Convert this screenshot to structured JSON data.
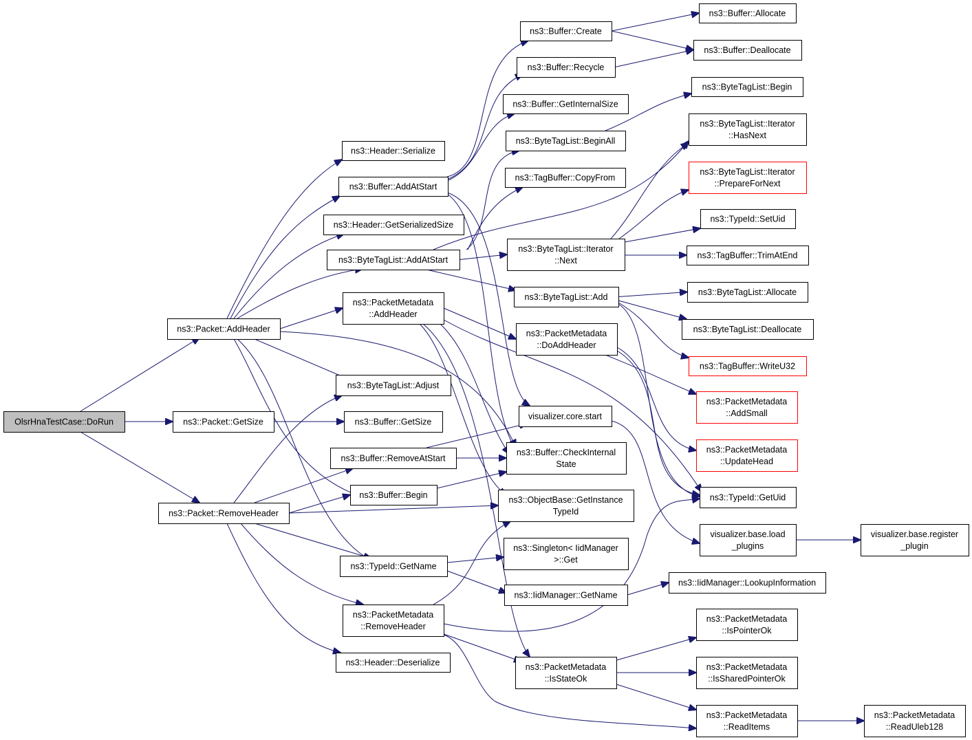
{
  "colors": {
    "edge": "#191970",
    "root_fill": "#bfbfbf",
    "node_border": "#000000",
    "incomplete_border": "#ff0000"
  },
  "nodes": {
    "root": {
      "lines": [
        "OlsrHnaTestCase::DoRun"
      ]
    },
    "packet_addheader": {
      "lines": [
        "ns3::Packet::AddHeader"
      ]
    },
    "packet_getsize": {
      "lines": [
        "ns3::Packet::GetSize"
      ]
    },
    "packet_removeheader": {
      "lines": [
        "ns3::Packet::RemoveHeader"
      ]
    },
    "header_serialize": {
      "lines": [
        "ns3::Header::Serialize"
      ]
    },
    "buffer_addatstart": {
      "lines": [
        "ns3::Buffer::AddAtStart"
      ]
    },
    "header_getserializedsize": {
      "lines": [
        "ns3::Header::GetSerializedSize"
      ]
    },
    "bytetaglist_addatstart": {
      "lines": [
        "ns3::ByteTagList::AddAtStart"
      ]
    },
    "pm_addheader": {
      "lines": [
        "ns3::PacketMetadata",
        "::AddHeader"
      ]
    },
    "bytetaglist_adjust": {
      "lines": [
        "ns3::ByteTagList::Adjust"
      ]
    },
    "buffer_getsize": {
      "lines": [
        "ns3::Buffer::GetSize"
      ]
    },
    "buffer_removeatstart": {
      "lines": [
        "ns3::Buffer::RemoveAtStart"
      ]
    },
    "buffer_begin": {
      "lines": [
        "ns3::Buffer::Begin"
      ]
    },
    "typeid_getname": {
      "lines": [
        "ns3::TypeId::GetName"
      ]
    },
    "pm_removeheader": {
      "lines": [
        "ns3::PacketMetadata",
        "::RemoveHeader"
      ]
    },
    "header_deserialize": {
      "lines": [
        "ns3::Header::Deserialize"
      ]
    },
    "buffer_create": {
      "lines": [
        "ns3::Buffer::Create"
      ]
    },
    "buffer_recycle": {
      "lines": [
        "ns3::Buffer::Recycle"
      ]
    },
    "buffer_getinternalsize": {
      "lines": [
        "ns3::Buffer::GetInternalSize"
      ]
    },
    "bytetaglist_beginall": {
      "lines": [
        "ns3::ByteTagList::BeginAll"
      ]
    },
    "tagbuffer_copyfrom": {
      "lines": [
        "ns3::TagBuffer::CopyFrom"
      ]
    },
    "btl_iterator_next": {
      "lines": [
        "ns3::ByteTagList::Iterator",
        "::Next"
      ]
    },
    "bytetaglist_add": {
      "lines": [
        "ns3::ByteTagList::Add"
      ]
    },
    "pm_doaddheader": {
      "lines": [
        "ns3::PacketMetadata",
        "::DoAddHeader"
      ]
    },
    "visualizer_core_start": {
      "lines": [
        "visualizer.core.start"
      ]
    },
    "buffer_checkinternalstate": {
      "lines": [
        "ns3::Buffer::CheckInternal",
        "State"
      ]
    },
    "objectbase_getinstancetypeid": {
      "lines": [
        "ns3::ObjectBase::GetInstance",
        "TypeId"
      ]
    },
    "singleton_iidmanager_get": {
      "lines": [
        "ns3::Singleton< IidManager",
        ">::Get"
      ]
    },
    "iidmanager_getname": {
      "lines": [
        "ns3::IidManager::GetName"
      ]
    },
    "pm_isstateok": {
      "lines": [
        "ns3::PacketMetadata",
        "::IsStateOk"
      ]
    },
    "buffer_allocate": {
      "lines": [
        "ns3::Buffer::Allocate"
      ]
    },
    "buffer_deallocate": {
      "lines": [
        "ns3::Buffer::Deallocate"
      ]
    },
    "bytetaglist_begin": {
      "lines": [
        "ns3::ByteTagList::Begin"
      ]
    },
    "btl_iterator_hasnext": {
      "lines": [
        "ns3::ByteTagList::Iterator",
        "::HasNext"
      ]
    },
    "btl_iterator_preparefornext": {
      "lines": [
        "ns3::ByteTagList::Iterator",
        "::PrepareForNext"
      ]
    },
    "typeid_setuid": {
      "lines": [
        "ns3::TypeId::SetUid"
      ]
    },
    "tagbuffer_trimatend": {
      "lines": [
        "ns3::TagBuffer::TrimAtEnd"
      ]
    },
    "bytetaglist_allocate": {
      "lines": [
        "ns3::ByteTagList::Allocate"
      ]
    },
    "bytetaglist_deallocate": {
      "lines": [
        "ns3::ByteTagList::Deallocate"
      ]
    },
    "tagbuffer_writeu32": {
      "lines": [
        "ns3::TagBuffer::WriteU32"
      ]
    },
    "pm_addsmall": {
      "lines": [
        "ns3::PacketMetadata",
        "::AddSmall"
      ]
    },
    "pm_updatehead": {
      "lines": [
        "ns3::PacketMetadata",
        "::UpdateHead"
      ]
    },
    "typeid_getuid": {
      "lines": [
        "ns3::TypeId::GetUid"
      ]
    },
    "visualizer_base_load_plugins": {
      "lines": [
        "visualizer.base.load",
        "_plugins"
      ]
    },
    "visualizer_base_register_plugin": {
      "lines": [
        "visualizer.base.register",
        "_plugin"
      ]
    },
    "iidmanager_lookupinformation": {
      "lines": [
        "ns3::IidManager::LookupInformation"
      ]
    },
    "pm_ispointerok": {
      "lines": [
        "ns3::PacketMetadata",
        "::IsPointerOk"
      ]
    },
    "pm_issharedpointerok": {
      "lines": [
        "ns3::PacketMetadata",
        "::IsSharedPointerOk"
      ]
    },
    "pm_readitems": {
      "lines": [
        "ns3::PacketMetadata",
        "::ReadItems"
      ]
    },
    "pm_readuleb128": {
      "lines": [
        "ns3::PacketMetadata",
        "::ReadUleb128"
      ]
    }
  }
}
